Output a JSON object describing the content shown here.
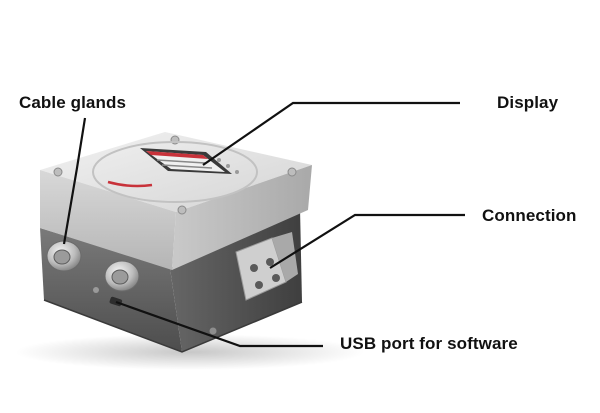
{
  "labels": {
    "cable_glands": "Cable glands",
    "display": "Display",
    "connection": "Connection",
    "usb_port": "USB port for software"
  },
  "colors": {
    "background": "#ffffff",
    "leader_line": "#111111",
    "housing_lid": "#d9d9d9",
    "housing_base": "#6e6e6e",
    "accent_red": "#c8323a"
  },
  "icons": {
    "device": "junction-box-device",
    "gland": "cable-gland",
    "connector": "pressure-connection-block"
  }
}
